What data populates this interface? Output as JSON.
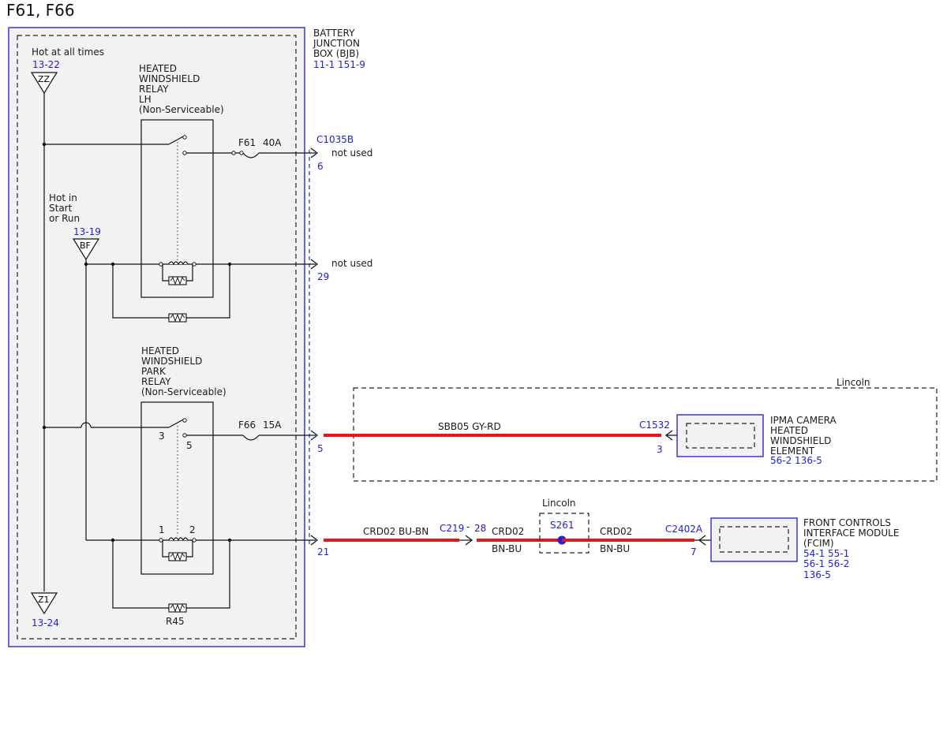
{
  "title": "F61, F66",
  "bjb": {
    "line1": "BATTERY",
    "line2": "JUNCTION",
    "line3": "BOX (BJB)",
    "refs": "11-1   151-9"
  },
  "hot_always": {
    "label": "Hot at all times",
    "ref": "13-22",
    "symbol": "ZZ"
  },
  "hot_start": {
    "line1": "Hot in",
    "line2": "Start",
    "line3": "or Run",
    "ref": "13-19",
    "symbol": "BF"
  },
  "ground": {
    "symbol": "Z1",
    "ref": "13-24"
  },
  "relay_lh": {
    "line1": "HEATED",
    "line2": "WINDSHIELD",
    "line3": "RELAY",
    "line4": "LH",
    "line5": "(Non-Serviceable)"
  },
  "relay_park": {
    "line1": "HEATED",
    "line2": "WINDSHIELD",
    "line3": "PARK",
    "line4": "RELAY",
    "line5": "(Non-Serviceable)",
    "pin3": "3",
    "pin5": "5",
    "pin1": "1",
    "pin2": "2"
  },
  "fuse_f61": {
    "name": "F61",
    "rating": "40A"
  },
  "fuse_f66": {
    "name": "F66",
    "rating": "15A"
  },
  "resistor": "R45",
  "connectors": {
    "c1035b": "C1035B",
    "pin6": "6",
    "pin29": "29",
    "pin5": "5",
    "pin21": "21",
    "not_used_1": "not used",
    "not_used_2": "not used",
    "c1532": "C1532",
    "c1532_pin": "3",
    "c219": "C219",
    "c219_dash": "-",
    "c219_pin": "28",
    "s261": "S261",
    "c2402a": "C2402A",
    "c2402a_pin": "7"
  },
  "wires": {
    "sbb05": "SBB05  GY-RD",
    "crd02_a": "CRD02  BU-BN",
    "crd02_b": "CRD02",
    "crd02_b_color": "BN-BU",
    "crd02_c": "CRD02",
    "crd02_c_color": "BN-BU"
  },
  "lincoln_1": "Lincoln",
  "lincoln_2": "Lincoln",
  "ipma": {
    "line1": "IPMA CAMERA",
    "line2": "HEATED",
    "line3": "WINDSHIELD",
    "line4": "ELEMENT",
    "refs": "56-2   136-5"
  },
  "fcim": {
    "line1": "FRONT CONTROLS",
    "line2": "INTERFACE MODULE",
    "line3": "(FCIM)",
    "refs1": "54-1   55-1",
    "refs2": "56-1   56-2",
    "refs3": "136-5"
  },
  "colors": {
    "wire": "#e01818",
    "ref_blue": "#1f1fd6",
    "box_blue": "#2a2ad0",
    "fill_gray": "#f2f2f2"
  }
}
